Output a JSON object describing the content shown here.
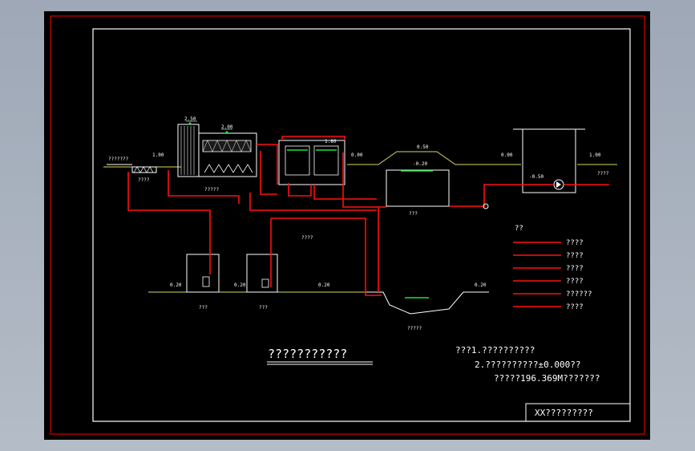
{
  "drawing": {
    "main_title": "???????????",
    "title_block_text": "XX?????????",
    "notes": {
      "line1": "???1.??????????",
      "line2": "2.??????????±0.000??",
      "line3": "?????196.369M???????"
    },
    "legend": {
      "title": "??",
      "items": [
        "????",
        "????",
        "????",
        "????",
        "??????",
        "????"
      ]
    },
    "labels": {
      "inlet": "???????",
      "screen": "????",
      "basin": "?????",
      "ground_zone": "????",
      "bottom_tank": "???",
      "outlet": "????",
      "house1": "???",
      "house2": "???",
      "pond": "?????"
    },
    "elevations": {
      "e_a": "2.50",
      "e_b": "2.00",
      "e_c": "1.80",
      "e_d": "0.50",
      "e_e": "0.20",
      "e_f": "-0.20",
      "e_g": "1.00",
      "e_h": "0.00",
      "e_i": "-0.50"
    }
  },
  "colors": {
    "frame_red": "#ff0000",
    "pipe_red": "#ff1010",
    "ground_yellow": "#d8d860",
    "water_green": "#20e040",
    "line_white": "#ffffff"
  }
}
